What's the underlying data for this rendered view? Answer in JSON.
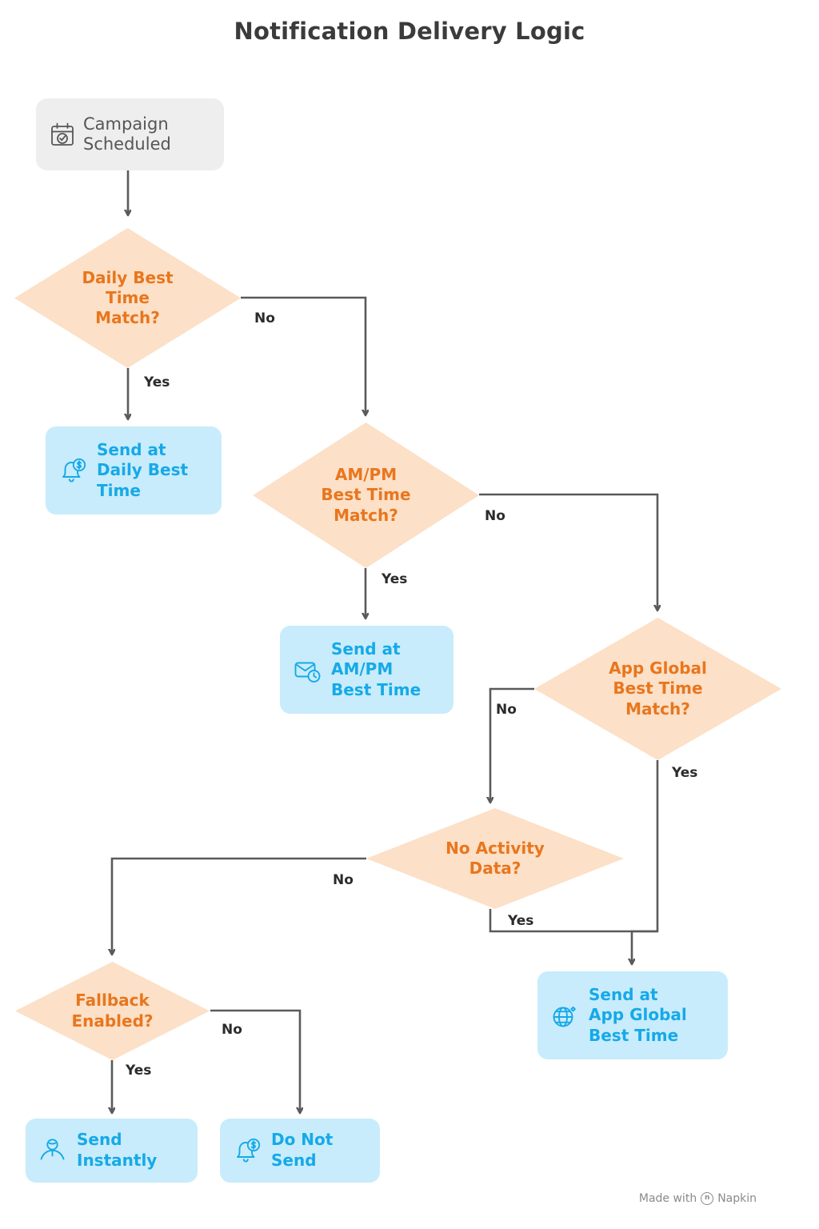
{
  "title": "Notification Delivery Logic",
  "colors": {
    "background": "#ffffff",
    "title_text": "#3b3b3b",
    "start_fill": "#eeeeee",
    "start_text": "#565656",
    "decision_fill": "#fce0c7",
    "decision_text": "#e8761e",
    "action_fill": "#c8ecfb",
    "action_text": "#16a9e8",
    "edge_stroke": "#5a5a5a",
    "edge_label_text": "#2b2b2b",
    "footer_text": "#8a8a8a"
  },
  "nodes": [
    {
      "id": "campaign-scheduled",
      "type": "start",
      "label": "Campaign\nScheduled",
      "icon": "calendar-check-icon"
    },
    {
      "id": "daily-best-time-match",
      "type": "decision",
      "label": "Daily Best\nTime\nMatch?"
    },
    {
      "id": "send-daily-best-time",
      "type": "action",
      "label": "Send at\nDaily Best\nTime",
      "icon": "bell-dollar-icon"
    },
    {
      "id": "ampm-best-time-match",
      "type": "decision",
      "label": "AM/PM\nBest Time\nMatch?"
    },
    {
      "id": "send-ampm-best-time",
      "type": "action",
      "label": "Send at\nAM/PM\nBest Time",
      "icon": "envelope-clock-icon"
    },
    {
      "id": "app-global-best-time-match",
      "type": "decision",
      "label": "App Global\nBest Time\nMatch?"
    },
    {
      "id": "send-app-global-best-time",
      "type": "action",
      "label": "Send at\nApp Global\nBest Time",
      "icon": "globe-icon"
    },
    {
      "id": "no-activity-data",
      "type": "decision",
      "label": "No Activity\nData?"
    },
    {
      "id": "fallback-enabled",
      "type": "decision",
      "label": "Fallback\nEnabled?"
    },
    {
      "id": "send-instantly",
      "type": "action",
      "label": "Send\nInstantly",
      "icon": "user-person-icon"
    },
    {
      "id": "do-not-send",
      "type": "action",
      "label": "Do Not\nSend",
      "icon": "bell-dollar-icon"
    }
  ],
  "edges": [
    {
      "id": "e1",
      "from": "campaign-scheduled",
      "to": "daily-best-time-match",
      "label": ""
    },
    {
      "id": "e2",
      "from": "daily-best-time-match",
      "to": "send-daily-best-time",
      "label": "Yes"
    },
    {
      "id": "e3",
      "from": "daily-best-time-match",
      "to": "ampm-best-time-match",
      "label": "No"
    },
    {
      "id": "e4",
      "from": "ampm-best-time-match",
      "to": "send-ampm-best-time",
      "label": "Yes"
    },
    {
      "id": "e5",
      "from": "ampm-best-time-match",
      "to": "app-global-best-time-match",
      "label": "No"
    },
    {
      "id": "e6",
      "from": "app-global-best-time-match",
      "to": "send-app-global-best-time",
      "label": "Yes"
    },
    {
      "id": "e7",
      "from": "app-global-best-time-match",
      "to": "no-activity-data",
      "label": "No"
    },
    {
      "id": "e8",
      "from": "no-activity-data",
      "to": "send-app-global-best-time",
      "label": "Yes"
    },
    {
      "id": "e9",
      "from": "no-activity-data",
      "to": "fallback-enabled",
      "label": "No"
    },
    {
      "id": "e10",
      "from": "fallback-enabled",
      "to": "send-instantly",
      "label": "Yes"
    },
    {
      "id": "e11",
      "from": "fallback-enabled",
      "to": "do-not-send",
      "label": "No"
    }
  ],
  "edge_labels": {
    "daily_no": "No",
    "daily_yes": "Yes",
    "ampm_no": "No",
    "ampm_yes": "Yes",
    "global_no": "No",
    "global_yes": "Yes",
    "activity_no": "No",
    "activity_yes": "Yes",
    "fallback_yes": "Yes",
    "fallback_no": "No"
  },
  "footer": {
    "prefix": "Made with",
    "mark": "ⓝ",
    "brand": "Napkin"
  }
}
